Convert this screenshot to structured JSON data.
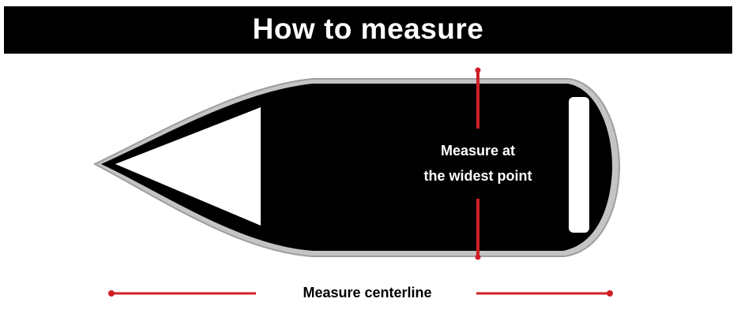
{
  "header": {
    "title": "How to measure"
  },
  "diagram": {
    "width_label_line1": "Measure at",
    "width_label_line2": "the widest point",
    "centerline_label": "Measure centerline"
  },
  "colors": {
    "header_background": "#000000",
    "header_text": "#ffffff",
    "hull_fill": "#000000",
    "hull_outline": "#bdbdbd",
    "measure_line": "#d01f26",
    "inner_cutout": "#ffffff"
  }
}
